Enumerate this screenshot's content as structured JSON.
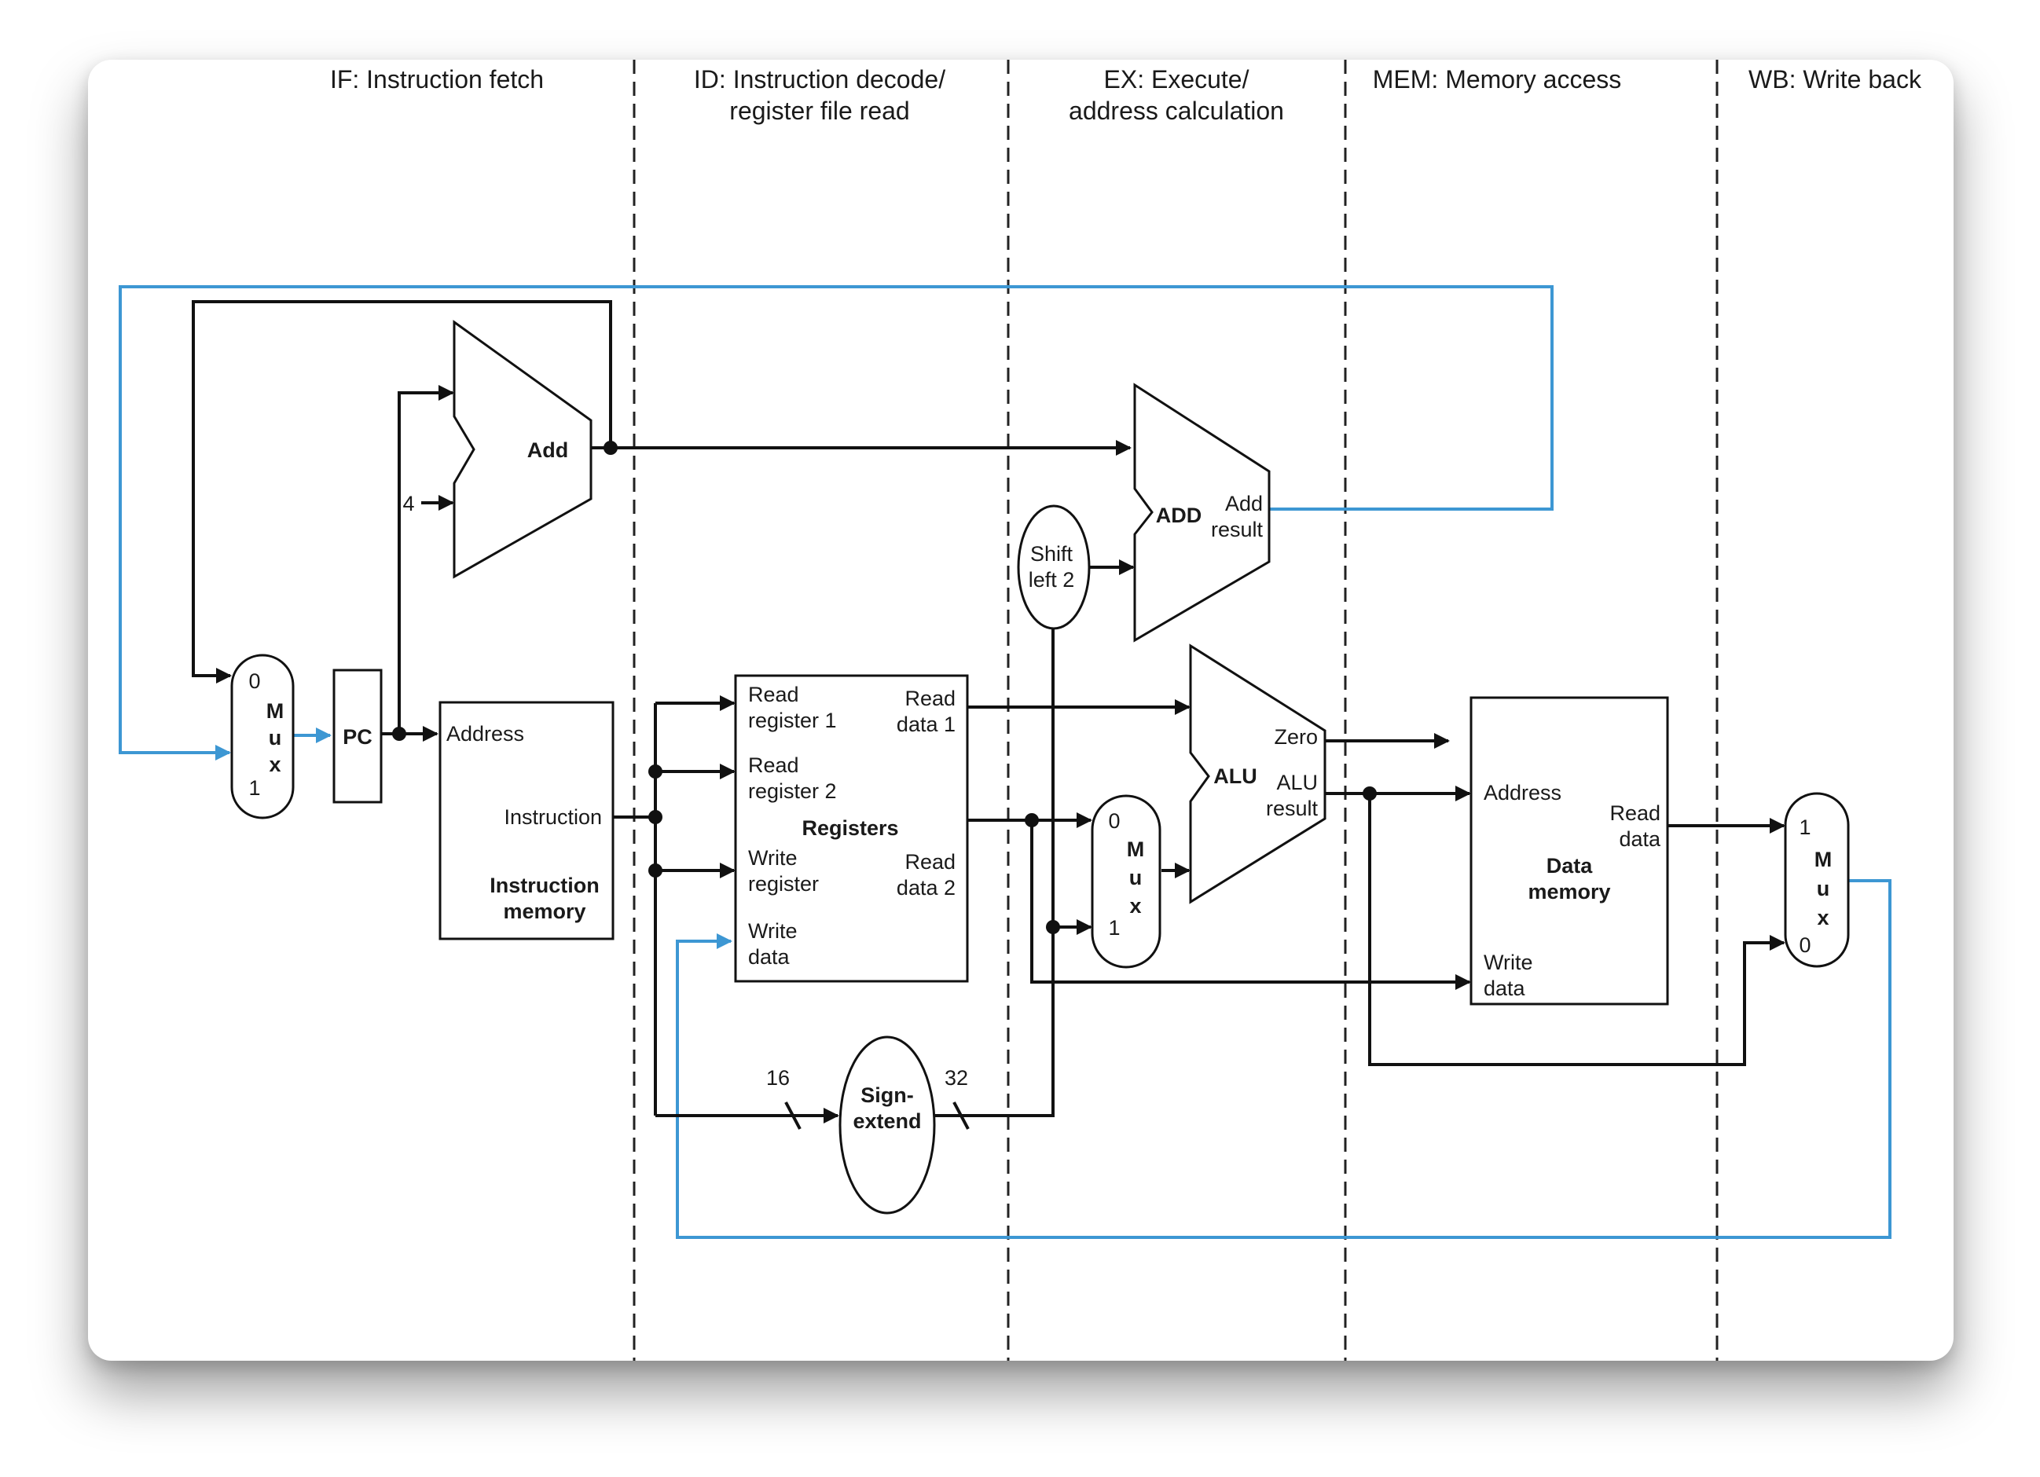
{
  "stages": [
    {
      "line1": "IF: Instruction fetch",
      "line2": ""
    },
    {
      "line1": "ID: Instruction decode/",
      "line2": "register file read"
    },
    {
      "line1": "EX: Execute/",
      "line2": "address calculation"
    },
    {
      "line1": "MEM: Memory access",
      "line2": ""
    },
    {
      "line1": "WB: Write back",
      "line2": ""
    }
  ],
  "blocks": {
    "pc": "PC",
    "add": "Add",
    "add_const": "4",
    "branch_add": "ADD",
    "branch_add_result": [
      "Add",
      "result"
    ],
    "shift": [
      "Shift",
      "left 2"
    ],
    "imem": {
      "address": "Address",
      "instruction": "Instruction",
      "name": [
        "Instruction",
        "memory"
      ]
    },
    "regs": {
      "name": "Registers",
      "read_reg1": [
        "Read",
        "register 1"
      ],
      "read_reg2": [
        "Read",
        "register 2"
      ],
      "write_reg": [
        "Write",
        "register"
      ],
      "write_data": [
        "Write",
        "data"
      ],
      "read_data1": [
        "Read",
        "data 1"
      ],
      "read_data2": [
        "Read",
        "data 2"
      ]
    },
    "sign_extend": [
      "Sign-",
      "extend"
    ],
    "bits_in": "16",
    "bits_out": "32",
    "alu": {
      "name": "ALU",
      "zero": "Zero",
      "result": [
        "ALU",
        "result"
      ]
    },
    "dmem": {
      "address": "Address",
      "read_data": [
        "Read",
        "data"
      ],
      "write_data": [
        "Write",
        "data"
      ],
      "name": [
        "Data",
        "memory"
      ]
    },
    "mux_letters": [
      "M",
      "u",
      "x"
    ],
    "mux_if": {
      "top": "0",
      "bottom": "1"
    },
    "mux_ex": {
      "top": "0",
      "bottom": "1"
    },
    "mux_wb": {
      "top": "1",
      "bottom": "0"
    }
  },
  "colors": {
    "wire": "#111111",
    "feedback_wire": "#3d97d3"
  }
}
